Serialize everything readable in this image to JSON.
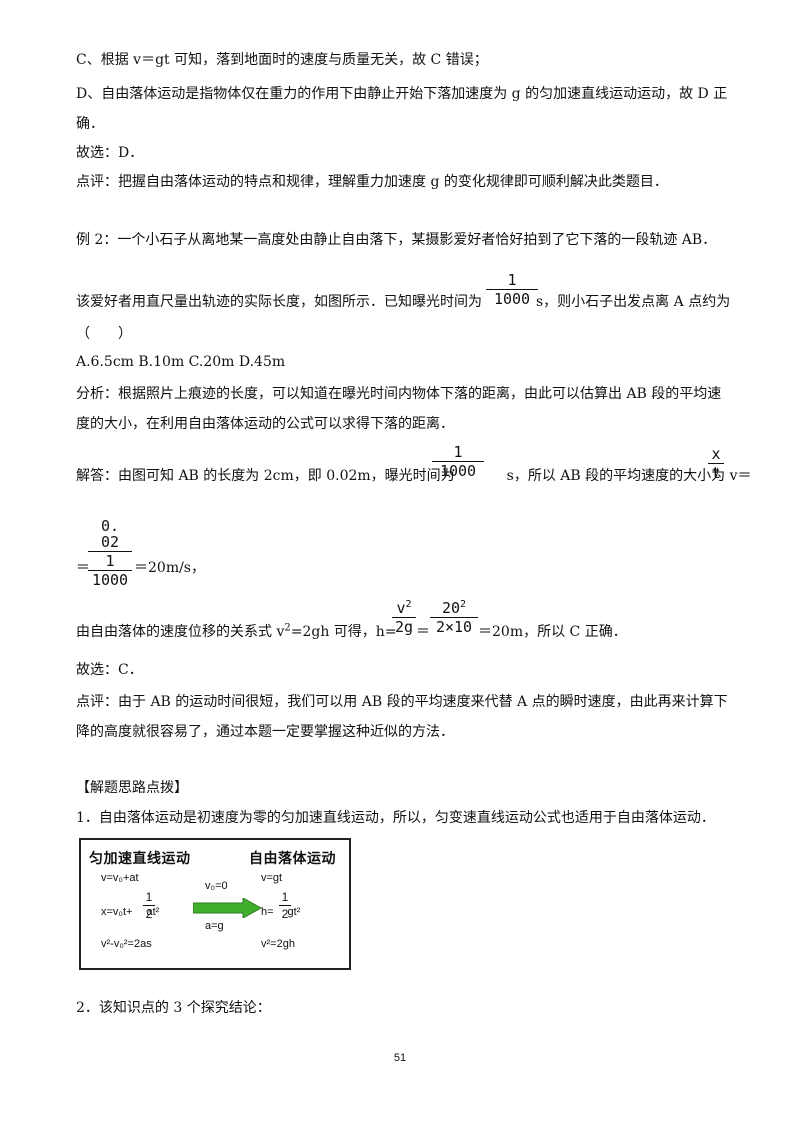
{
  "lines": {
    "c_option": "C、根据 v＝gt 可知，落到地面时的速度与质量无关，故 C 错误；",
    "d_option_1": "D、自由落体运动是指物体仅在重力的作用下由静止开始下落加速度为 g 的匀加速直线运动运动，故 D 正",
    "d_option_2": "确．",
    "answer_1": "故选：D．",
    "comment_1": "点评：把握自由落体运动的特点和规律，理解重力加速度 g 的变化规律即可顺利解决此类题目．",
    "example2_1": "例 2：一个小石子从离地某一高度处由静止自由落下，某摄影爱好者恰好拍到了它下落的一段轨迹  AB．",
    "example2_2a": "该爱好者用直尺量出轨迹的实际长度，如图所示．已知曝光时间为",
    "example2_2b": "s，则小石子出发点离 A 点约为",
    "example2_3": "（　　）",
    "options": "A.6.5cm  B.10m  C.20m  D.45m",
    "analysis_1": "分析：根据照片上痕迹的长度，可以知道在曝光时间内物体下落的距离，由此可以估算出 AB 段的平均速",
    "analysis_2": "度的大小，在利用自由落体运动的公式可以求得下落的距离．",
    "solution_1a": "解答：由图可知 AB 的长度为 2cm，即 0.02m，曝光时间为",
    "solution_1b": "s，所以 AB 段的平均速度的大小为 v＝",
    "solution_2b": "＝20m/s，",
    "solution_3a": "由自由落体的速度位移的关系式  v",
    "solution_3a_sup": "2",
    "solution_3a_tail": "=2gh 可得，h=",
    "solution_3b": "＝20m，所以 C 正确．",
    "answer_2": "故选：C．",
    "comment_2a": "点评：由于 AB 的运动时间很短，我们可以用 AB 段的平均速度来代替 A 点的瞬时速度，由此再来计算下",
    "comment_2b": "降的高度就很容易了，通过本题一定要掌握这种近似的方法．",
    "tips_header": "【解题思路点拨】",
    "tip1": "1．自由落体运动是初速度为零的匀加速直线运动，所以，匀变速直线运动公式也适用于自由落体运动．",
    "tip2": "2．该知识点的 3 个探究结论："
  },
  "fractions": {
    "one": "1",
    "thousand": "1000",
    "x": "x",
    "t": "t",
    "num_002": "0. 02",
    "v2_num": "v",
    "v2_sup": "2",
    "two_g": "2g",
    "twenty_sq": "20",
    "twenty_sup": "2",
    "two_times_ten": "2×10",
    "equals": "＝"
  },
  "diagram": {
    "left_title": "匀加速直线运动",
    "right_title": "自由落体运动",
    "left_f1": "v=v₀+at",
    "left_f2_a": "x=v₀t+",
    "left_f2_num": "1",
    "left_f2_den": "2",
    "left_f2_b": "at²",
    "left_f3": "v²-v₀²=2as",
    "arrow_top": "v₀=0",
    "arrow_bottom": "a=g",
    "right_f1": "v=gt",
    "right_f2_a": "h=",
    "right_f2_num": "1",
    "right_f2_den": "2",
    "right_f2_b": "gt²",
    "right_f3": "v²=2gh",
    "arrow_color": "#3fae2a"
  },
  "page_number": "51"
}
